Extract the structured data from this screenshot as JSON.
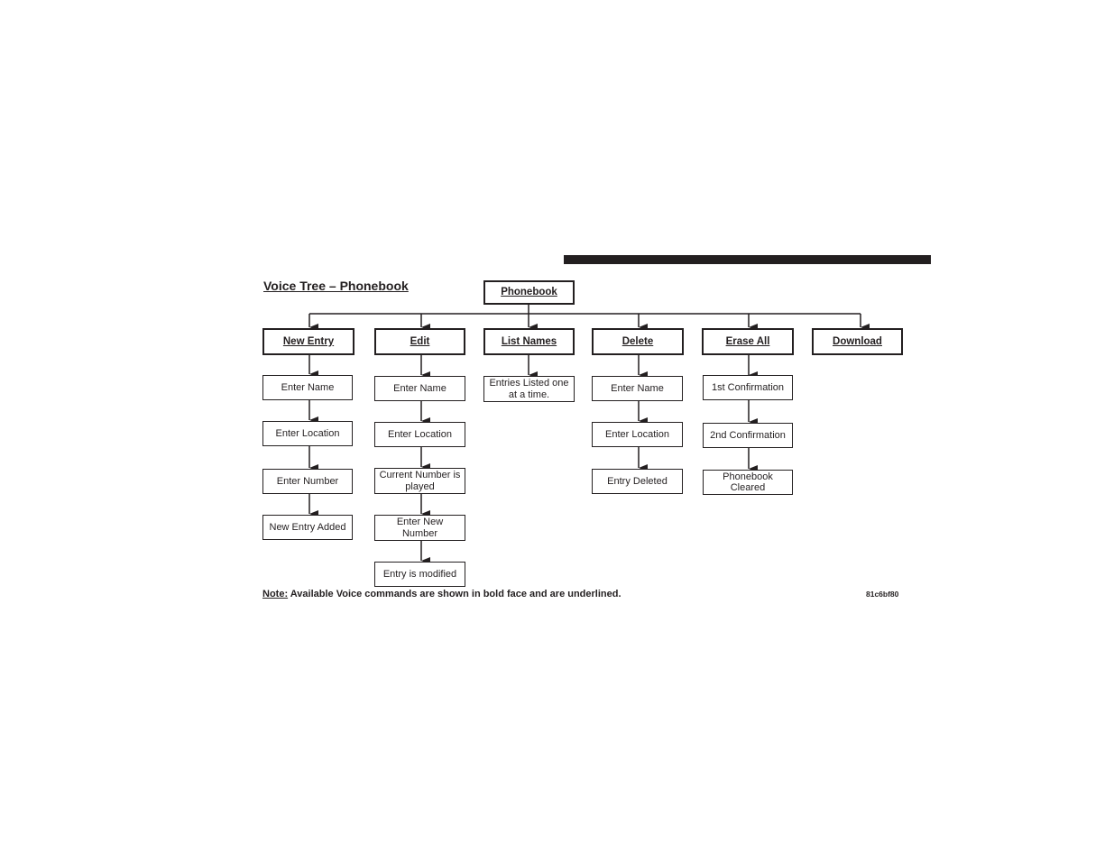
{
  "header_bar_color": "#231f20",
  "title": "Voice Tree – Phonebook",
  "root": {
    "label": "Phonebook"
  },
  "columns": [
    {
      "command": "New Entry",
      "steps": [
        "Enter Name",
        "Enter Location",
        "Enter Number",
        "New Entry Added"
      ]
    },
    {
      "command": "Edit",
      "steps": [
        "Enter Name",
        "Enter Location",
        "Current Number is played",
        "Enter New Number",
        "Entry is modified"
      ]
    },
    {
      "command": "List Names",
      "steps": [
        "Entries Listed one at a time."
      ]
    },
    {
      "command": "Delete",
      "steps": [
        "Enter Name",
        "Enter Location",
        "Entry Deleted"
      ]
    },
    {
      "command": "Erase All",
      "steps": [
        "1st Confirmation",
        "2nd Confirmation",
        "Phonebook Cleared"
      ]
    },
    {
      "command": "Download",
      "steps": []
    }
  ],
  "note": {
    "label": "Note:",
    "text": " Available Voice commands are shown in bold face and are underlined."
  },
  "figure_code": "81c6bf80"
}
